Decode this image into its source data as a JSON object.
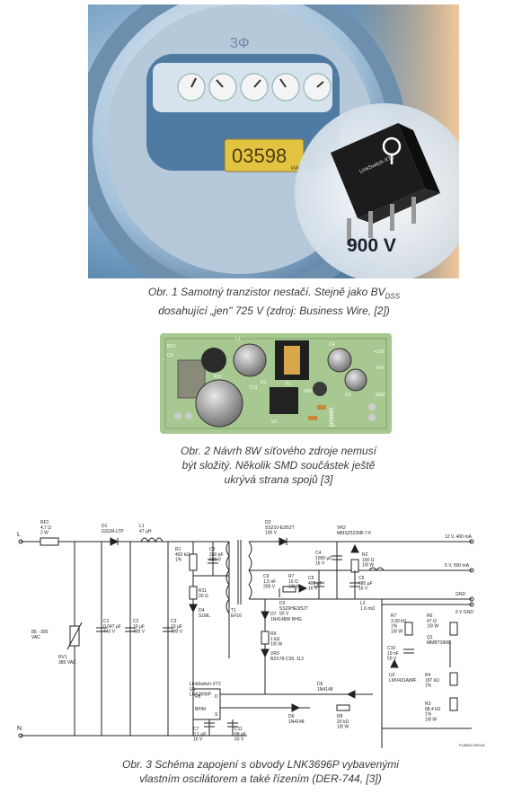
{
  "figure1": {
    "meter_label": "3Φ",
    "meter_display": "03598",
    "meter_unit": "kWh",
    "chip_marking": "LinkSwitch-XT2",
    "chip_voltage": "900 V",
    "caption_line1_a": "Obr. 1  Samotný tranzistor nestačí. Stejně jako BV",
    "caption_line1_sub": "DSS",
    "caption_line2": "dosahující „jen\" 725 V (zdroj: Business Wire, [2])"
  },
  "figure2": {
    "board_labels": [
      "RF1",
      "C3",
      "D1",
      "T1",
      "C4",
      "C5",
      "L1",
      "U1",
      "VR3",
      "C11",
      "R11",
      "+12V",
      "+5V",
      "GND",
      "power"
    ],
    "caption_line1": "Obr. 2  Návrh 8W síťového zdroje nemusí",
    "caption_line2": "být složitý. Několik SMD součástek ještě",
    "caption_line3": "ukrývá strana spojů [3]"
  },
  "figure3": {
    "input_l": "L",
    "input_n": "N",
    "input_voltage": "85 - 300\nVAC",
    "components": {
      "rf1": "RF1\n4,7 Ω\n2 W",
      "rv1": "RV1\n385 VAC",
      "d1": "D1\nGS1M-LTP",
      "l1": "L1\n47 µH",
      "c1": "C1\n0.047 µF\n440 V",
      "c2": "C2\n10 µF\n400 V",
      "c3": "C3\n10 µF\n400 V",
      "r1": "R1\n402 kΩ\n1%",
      "c8": "C8\n330 pF\n500 V",
      "r11": "R11\n20 Ω",
      "d4": "D4\nS1ML",
      "t1": "T1\nEF16",
      "d2": "D2\nSS210-E3/52T\n100 V",
      "vr2": "VR2\nMMSZ5239B-7-F",
      "c4": "C4\n1000 µF\n16 V",
      "r2": "R2\n100 Ω\n1/8 W",
      "c9": "C9\n1.5 nF\n200 V",
      "r7a": "R7\n10 Ω\n1/8 W",
      "c5": "C5\n400 µF\n16 V",
      "d3": "D3\nSS26HE3/52T\n60 V",
      "c6": "C6\n680 µF\n16 V",
      "l2": "L2\n1.6 mΩ",
      "d7": "D7\n1N4148W RHG",
      "r9": "R9\n1 kΩ\n1/8 W",
      "vr3": "VR3\nBZX79-C36, 113",
      "d5": "D5\n1N4148",
      "d6": "D6\n1N4148",
      "r8": "R8\n20 kΩ\n1/8 W",
      "r7": "R7\n3.30 kΩ\n1%\n1/8 W",
      "r6": "R6\n47 Ω\n1/8 W",
      "q1": "Q1\nMMBT3906",
      "c10": "C10\n10 nF\n50 V",
      "r4": "R4\n187 kΩ\n1%",
      "u2": "U2\nLMV431AIMF",
      "r3": "R3\n68.4 kΩ\n1%\n1/8 W",
      "u1": "LinkSwitch-XT2\nU1\nLNK3696P",
      "c7": "C7\n0.1 µF\n16 V",
      "c11": "C11\n68 pF\n50 V"
    },
    "out_12v": "12 V, 400 mA",
    "out_5v": "5 V, 500 mA",
    "out_gnd": "GND",
    "out_5vgnd": "5 V GND",
    "pins": [
      "FB",
      "BP/M",
      "D",
      "S"
    ],
    "drawing_number": "PI-8834-091118",
    "caption_line1": "Obr. 3  Schéma zapojení s obvody LNK3696P vybavenými",
    "caption_line2": "vlastním oscilátorem a také řízením (DER-744, [3])"
  },
  "colors": {
    "meter_blue": "#3f6f9a",
    "lcd_yellow": "#e3c442",
    "pcb_green": "#a7c890",
    "schematic_line": "#222222"
  }
}
